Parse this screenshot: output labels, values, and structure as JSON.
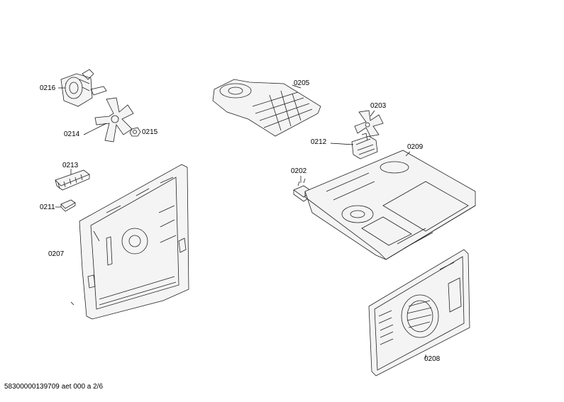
{
  "labels": {
    "p0216": "0216",
    "p0214": "0214",
    "p0215": "0215",
    "p0213": "0213",
    "p0211": "0211",
    "p0207": "0207",
    "p0205": "0205",
    "p0203": "0203",
    "p0212": "0212",
    "p0209": "0209",
    "p0202": "0202",
    "p0208": "0208"
  },
  "footer": "58300000139709 aet 000 a 2/6"
}
